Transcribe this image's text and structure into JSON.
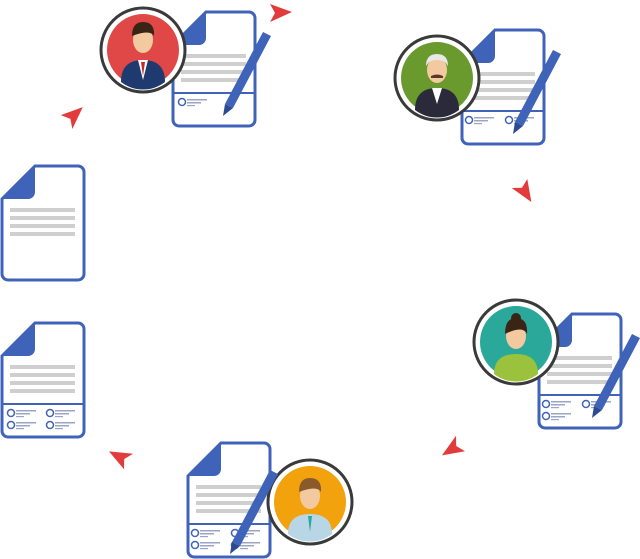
{
  "colors": {
    "document_border": "#3f63b8",
    "document_lines": "#cfcfcf",
    "arrow": "#e23b3b",
    "avatar_ring": "#3a3a3a",
    "avatar_bg_1": "#e04848",
    "avatar_bg_2": "#6a9a2e",
    "avatar_bg_3": "#2aa99a",
    "avatar_bg_4": "#f2a20c"
  },
  "workflow": {
    "documents": [
      {
        "signatures": 0
      },
      {
        "signatures": 1,
        "signer": "avatar-man-red"
      },
      {
        "signatures": 2,
        "signer": "avatar-older-man-green"
      },
      {
        "signatures": 3,
        "signer": "avatar-woman-teal"
      },
      {
        "signatures": 4,
        "signer": "avatar-man-orange"
      },
      {
        "signatures": 4
      }
    ]
  }
}
